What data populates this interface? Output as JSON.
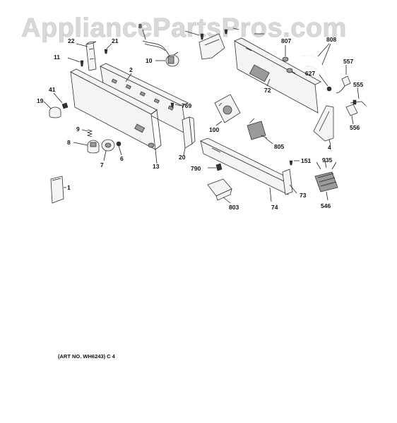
{
  "watermark": "AppliancePartsPros.com",
  "art_number": "(ART NO. WH6243) C 4",
  "callouts": {
    "c1": "1",
    "c2": "2",
    "c4": "4",
    "c6": "6",
    "c7": "7",
    "c8a": "8",
    "c8b": "8",
    "c9": "9",
    "c10": "10",
    "c11": "11",
    "c13": "13",
    "c19": "19",
    "c20": "20",
    "c21": "21",
    "c22": "22",
    "c41": "41",
    "c72": "72",
    "c73": "73",
    "c74": "74",
    "c100": "100",
    "c151": "151",
    "c546": "546",
    "c555": "555",
    "c556": "556",
    "c557": "557",
    "c627": "627",
    "c769": "769",
    "c790": "790",
    "c803": "803",
    "c805": "805",
    "c807": "807",
    "c808": "808",
    "c935": "935"
  }
}
